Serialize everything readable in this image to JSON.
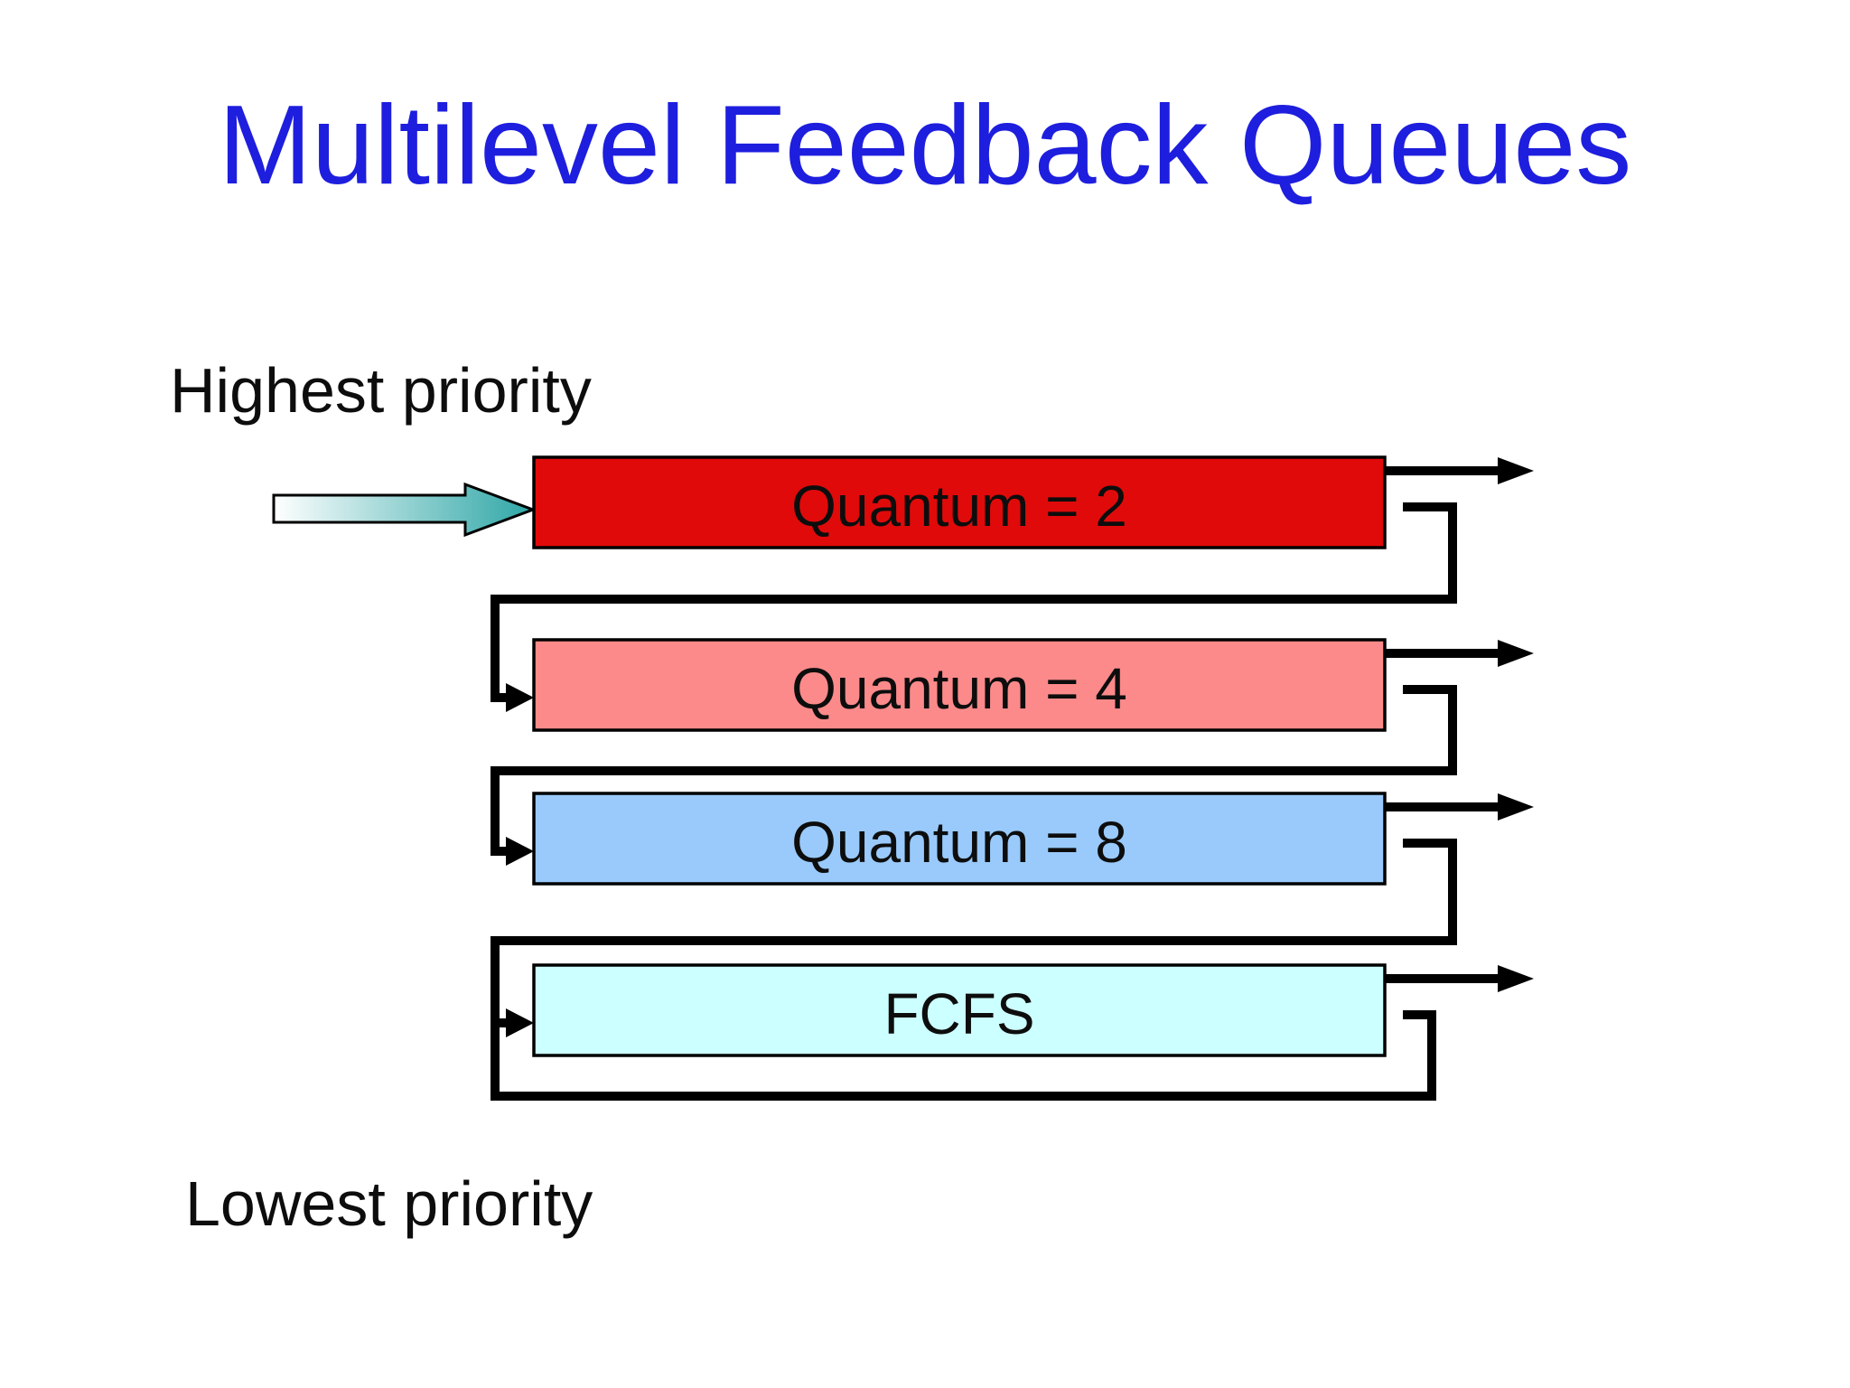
{
  "slide": {
    "title": "Multilevel Feedback Queues",
    "top_label": "Highest priority",
    "bottom_label": "Lowest priority"
  },
  "colors": {
    "title_text": "#1e1ede",
    "background": "#ffffff",
    "connector": "#000000",
    "box_border": "#000000",
    "entry_arrow_gradient_start": "#ffffff",
    "entry_arrow_gradient_end": "#2ea6a6"
  },
  "queues": [
    {
      "label": "Quantum = 2",
      "fill": "#e00a0a"
    },
    {
      "label": "Quantum = 4",
      "fill": "#fc8a8a"
    },
    {
      "label": "Quantum = 8",
      "fill": "#99cafb"
    },
    {
      "label": "FCFS",
      "fill": "#ccffff"
    }
  ],
  "icons": {
    "entry_arrow": "teal-gradient-right-arrow",
    "exit_arrow": "black-right-arrow",
    "feedback_path": "black-elbow-connector"
  }
}
